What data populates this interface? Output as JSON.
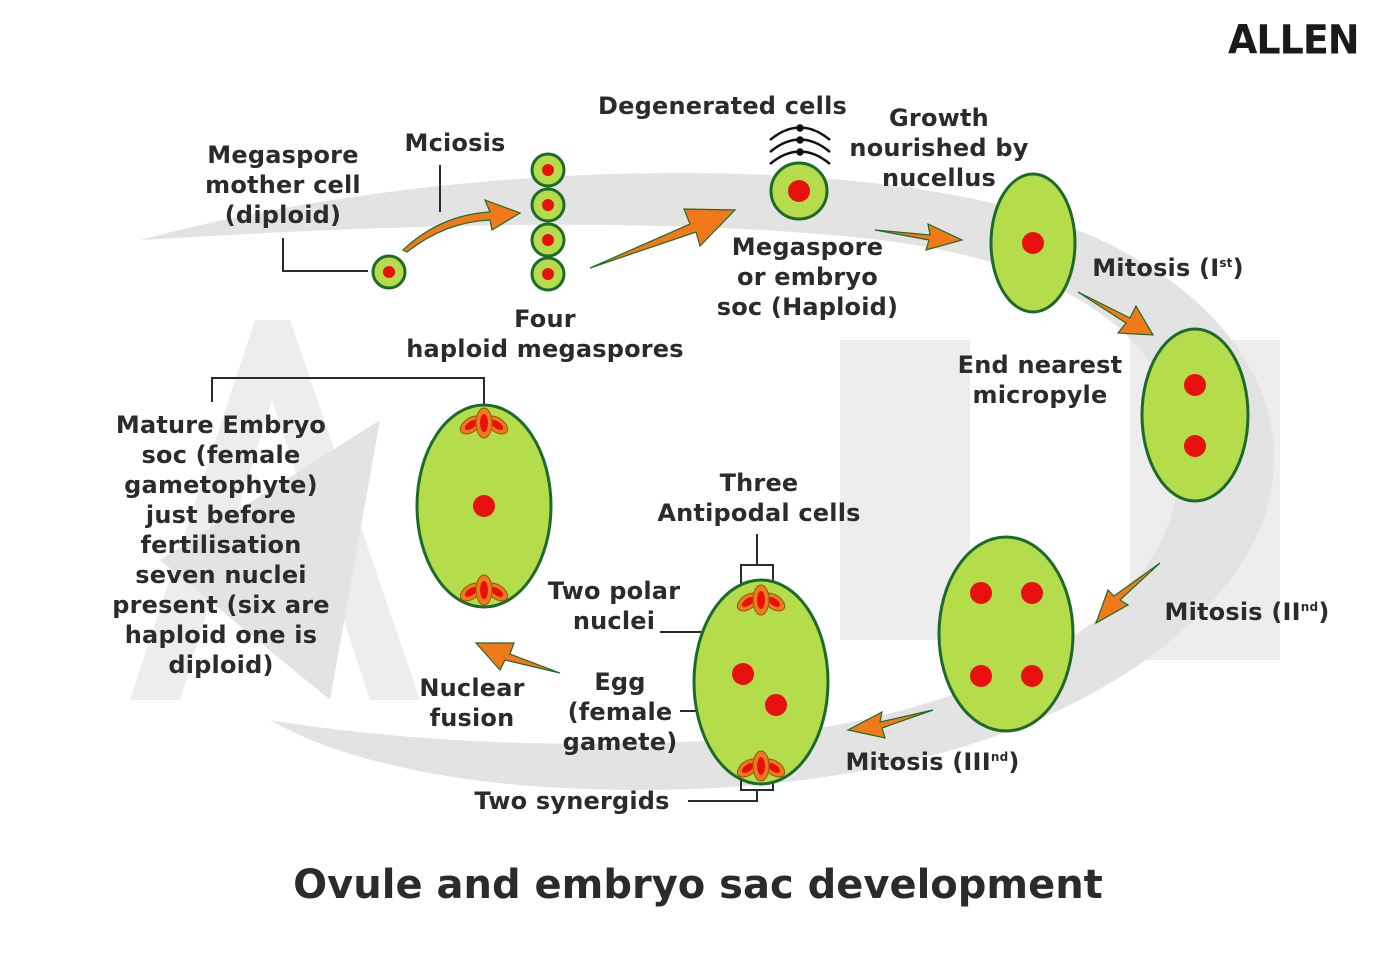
{
  "brand": {
    "logo_text": "ALLEN"
  },
  "title": "Ovule and embryo sac development",
  "colors": {
    "cell_fill": "#b5dc4a",
    "cell_stroke": "#1d6b2a",
    "nucleus": "#e8100f",
    "arrow": "#f07a1a",
    "petal": "#f07a1a",
    "watermark": "#e6e6e6",
    "text": "#2b2b2b"
  },
  "labels": {
    "mmc": "Megaspore\nmother cell\n(diploid)",
    "meiosis": "Mciosis",
    "four_megaspores": "Four\nhaploid megaspores",
    "degenerated": "Degenerated cells",
    "megaspore_haploid": "Megaspore\nor embryo\nsoc (Haploid)",
    "growth": "Growth\nnourished by\nnucellus",
    "mitosis1": {
      "text": "Mitosis (I",
      "sup": "st",
      "close": ")"
    },
    "end_nearest": "End nearest\nmicropyle",
    "mitosis2": {
      "text": "Mitosis (II",
      "sup": "nd",
      "close": ")"
    },
    "mitosis3": {
      "text": "Mitosis (III",
      "sup": "nd",
      "close": ")"
    },
    "antipodal": "Three\nAntipodal cells",
    "polar_nuclei": "Two polar\nnuclei",
    "egg": "Egg\n(female\ngamete)",
    "synergids": "Two synergids",
    "nuclear_fusion": "Nuclear\nfusion",
    "mature": "Mature Embryo\nsoc (female\ngametophyte)\njust before\nfertilisation\nseven nuclei\npresent (six are\nhaploid one is\ndiploid)"
  },
  "stages": [
    {
      "name": "megaspore-mother-cell",
      "nuclei": 1
    },
    {
      "name": "four-haploid-megaspores",
      "cells": 4
    },
    {
      "name": "functional-megaspore",
      "nuclei": 1
    },
    {
      "name": "embryo-sac-1-nucleus",
      "nuclei": 1
    },
    {
      "name": "embryo-sac-2-nuclei",
      "nuclei": 2
    },
    {
      "name": "embryo-sac-4-nuclei",
      "nuclei": 4
    },
    {
      "name": "embryo-sac-8-nuclei",
      "nuclei": 8
    },
    {
      "name": "mature-embryo-sac",
      "nuclei": 7
    }
  ]
}
